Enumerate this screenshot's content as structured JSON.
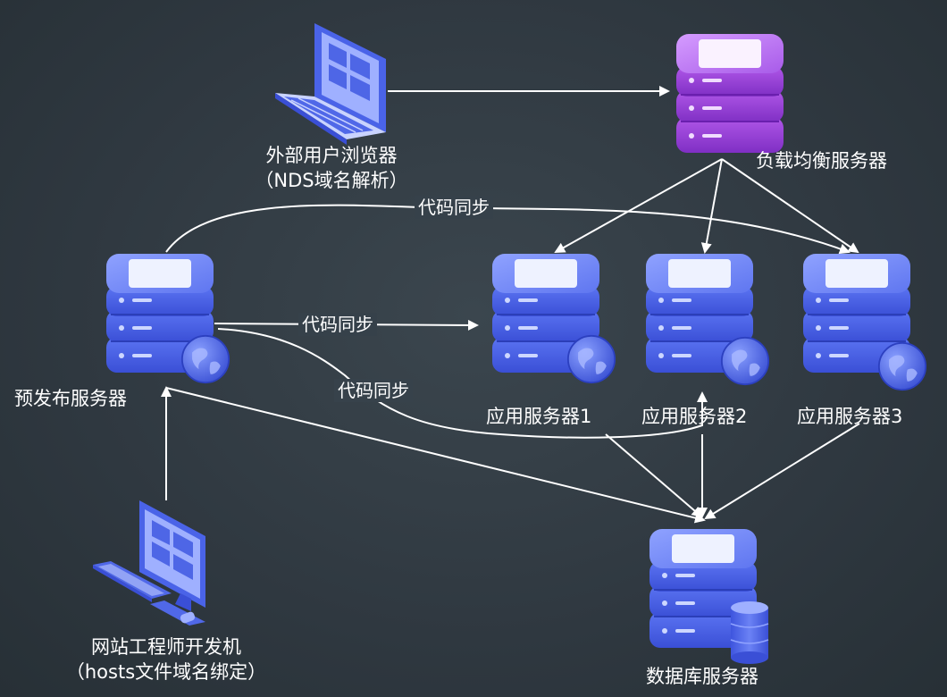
{
  "nodes": {
    "browser": {
      "line1": "外部用户浏览器",
      "line2": "（NDS域名解析）"
    },
    "lb": {
      "label": "负载均衡服务器"
    },
    "preprod": {
      "label": "预发布服务器"
    },
    "app1": {
      "label": "应用服务器1"
    },
    "app2": {
      "label": "应用服务器2"
    },
    "app3": {
      "label": "应用服务器3"
    },
    "db": {
      "label": "数据库服务器"
    },
    "devpc": {
      "line1": "网站工程师开发机",
      "line2": "（hosts文件域名绑定）"
    }
  },
  "edges": {
    "sync_top": "代码同步",
    "sync_mid": "代码同步",
    "sync_low": "代码同步"
  },
  "colors": {
    "server_blue": "#4a63e8",
    "server_purple": "#9a3fd8",
    "line": "#ffffff"
  }
}
